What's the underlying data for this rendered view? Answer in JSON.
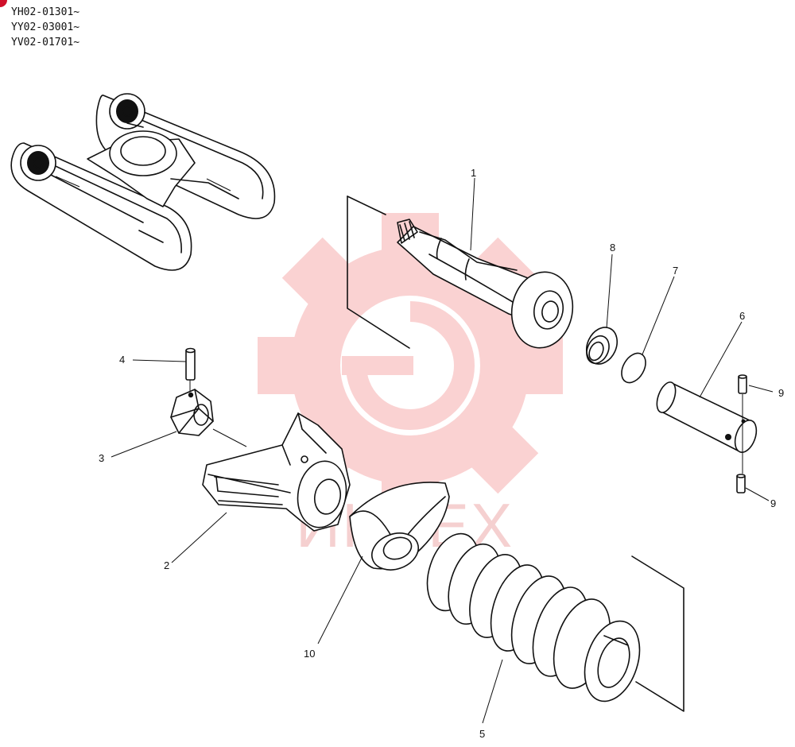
{
  "serial_numbers": [
    "YH02-01301~",
    "YY02-03001~",
    "YV02-01701~"
  ],
  "watermark": {
    "text": "ИНТЕХ",
    "color": "#f4b7b7"
  },
  "callouts": {
    "c1": "1",
    "c2": "2",
    "c3": "3",
    "c4": "4",
    "c5": "5",
    "c6": "6",
    "c7": "7",
    "c8": "8",
    "c9a": "9",
    "c9b": "9",
    "c10": "10"
  },
  "colors": {
    "line": "#111111",
    "badge": "#d0102a"
  }
}
